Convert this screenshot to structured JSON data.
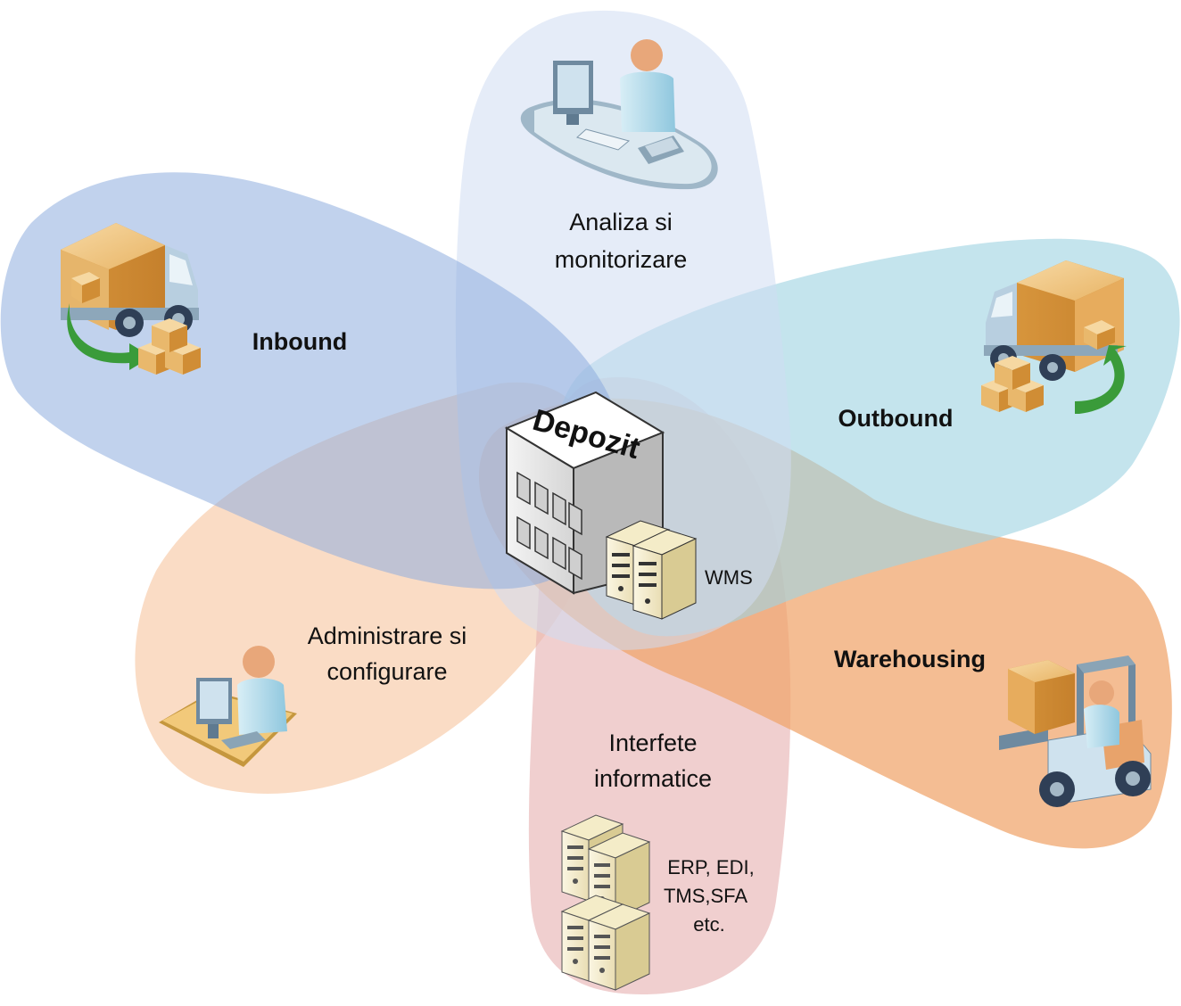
{
  "center": {
    "title": "Depozit",
    "system_label": "WMS"
  },
  "petals": {
    "inbound": {
      "label": "Inbound",
      "color": "#8eaddf"
    },
    "analysis": {
      "label_line1": "Analiza si",
      "label_line2": "monitorizare",
      "color": "#cfdcf3"
    },
    "outbound": {
      "label": "Outbound",
      "color": "#9fd3e2"
    },
    "warehousing": {
      "label": "Warehousing",
      "color": "#f0a36a"
    },
    "interfaces": {
      "label_line1": "Interfete",
      "label_line2": "informatice",
      "systems_line1": "ERP, EDI,",
      "systems_line2": "TMS,SFA",
      "systems_line3": "etc.",
      "color": "#e6b1b1"
    },
    "administration": {
      "label_line1": "Administrare si",
      "label_line2": "configurare",
      "color": "#f8cfae"
    }
  },
  "icons": [
    "truck-unloading-icon",
    "workstation-person-icon",
    "truck-loading-icon",
    "forklift-icon",
    "server-stack-icon",
    "desk-person-icon",
    "warehouse-building-icon",
    "server-icon"
  ]
}
